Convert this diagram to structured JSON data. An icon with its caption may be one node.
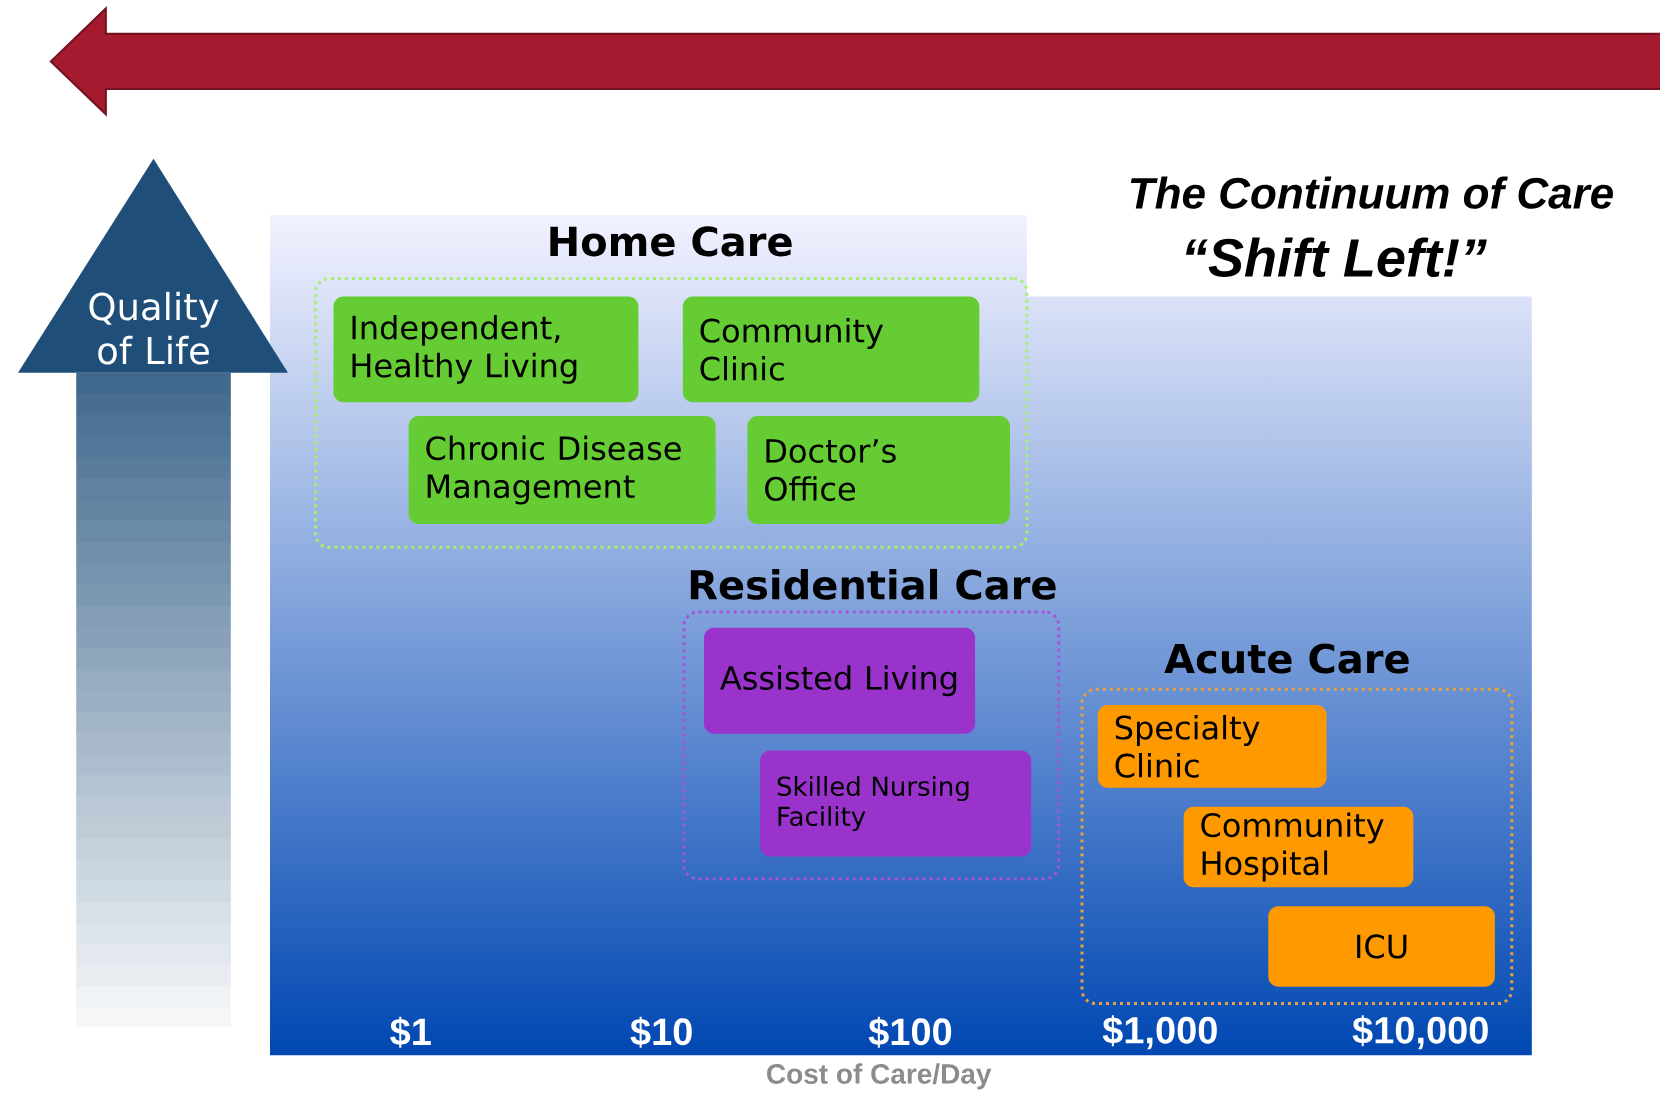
{
  "diagram": {
    "title": "The Continuum of Care",
    "nodes": [
      {
        "text": [
          "Quality of Life"
        ]
      },
      {
        "text": [
          "Home Care"
        ]
      },
      {
        "text": [
          "Independent, Healthy Living"
        ],
        "in": 1
      },
      {
        "text": [
          "Community Clinic"
        ],
        "in": 1
      },
      {
        "text": [
          "Chronic Disease Management"
        ],
        "in": 1
      },
      {
        "text": [
          "Doctor’s Office"
        ],
        "in": 1
      },
      {
        "text": [
          "Residential Care"
        ]
      },
      {
        "text": [
          "Assisted Living"
        ],
        "in": 6
      },
      {
        "text": [
          "Skilled Nursing Facility"
        ],
        "in": 6
      },
      {
        "text": [
          "Acute Care"
        ]
      },
      {
        "text": [
          "Specialty Clinic"
        ],
        "in": 9
      },
      {
        "text": [
          "Community Hospital"
        ],
        "in": 9
      },
      {
        "text": [
          "ICU"
        ],
        "in": 9
      }
    ],
    "labels": [
      "“Shift Left!”",
      "$1",
      "$10",
      "$100",
      "$1,000",
      "$10,000",
      "Cost of Care/Day"
    ]
  }
}
